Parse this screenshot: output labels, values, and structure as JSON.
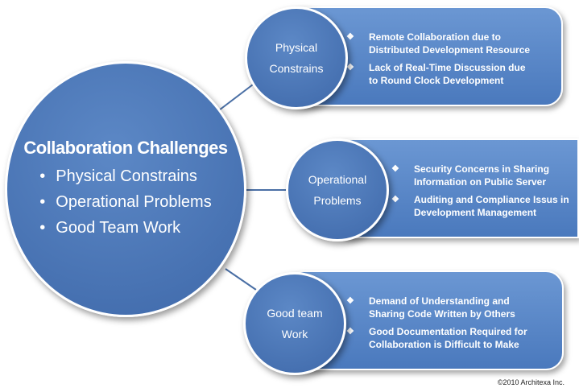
{
  "main": {
    "title": "Collaboration Challenges",
    "items": [
      "Physical Constrains",
      "Operational Problems",
      "Good Team Work"
    ]
  },
  "branches": [
    {
      "circle_lines": [
        "Physical",
        "Constrains"
      ],
      "bullets": [
        [
          "Remote Collaboration due to",
          "Distributed Development Resource"
        ],
        [
          "Lack of Real-Time Discussion due",
          "to Round Clock Development"
        ]
      ]
    },
    {
      "circle_lines": [
        "Operational",
        "Problems"
      ],
      "bullets": [
        [
          "Security Concerns in Sharing",
          "Information on Public Server"
        ],
        [
          "Auditing and Compliance Issus in",
          "Development Management"
        ]
      ]
    },
    {
      "circle_lines": [
        "Good team",
        "Work"
      ],
      "bullets": [
        [
          "Demand of Understanding and",
          "Sharing Code Written by Others"
        ],
        [
          "Good Documentation Required for",
          "Collaboration is Difficult to Make"
        ]
      ]
    }
  ],
  "bullet_glyph": "❖",
  "bullet_dot": "•",
  "copyright": "©2010 Architexa Inc.",
  "colors": {
    "circle": "#4570b0",
    "box": "#5a87c8",
    "connector": "#4a6fa5",
    "border": "#ffffff"
  }
}
